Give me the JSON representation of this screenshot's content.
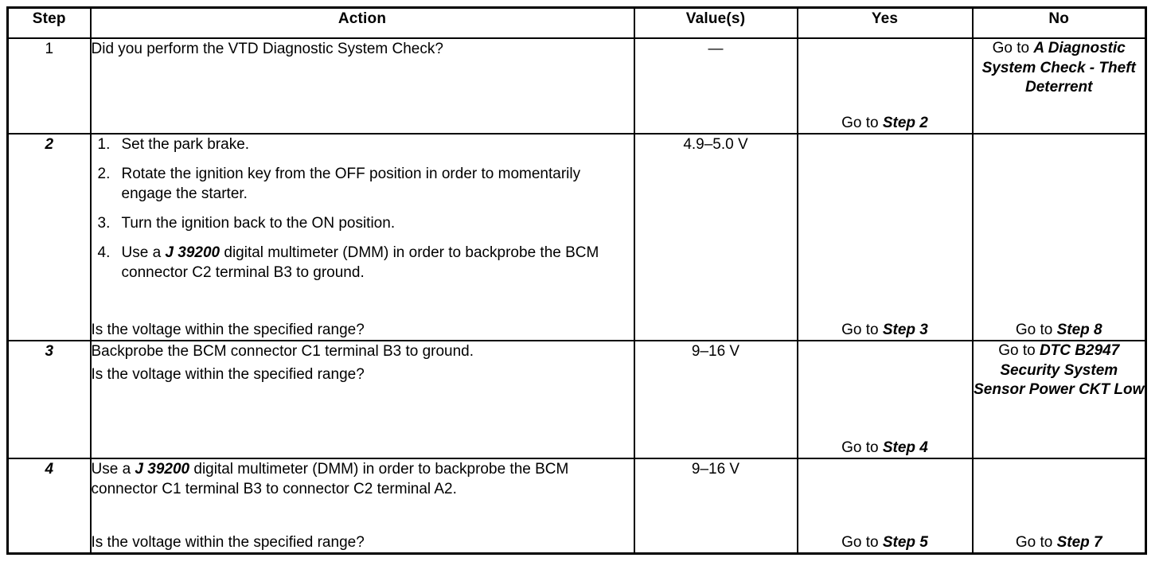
{
  "table": {
    "headers": [
      "Step",
      "Action",
      "Value(s)",
      "Yes",
      "No"
    ],
    "rows": [
      {
        "step": "1",
        "step_italic": false,
        "action": {
          "type": "simple",
          "question": "Did you perform the VTD Diagnostic System Check?"
        },
        "value": "—",
        "yes": {
          "bottom_prefix": "Go to ",
          "bottom_italic": "Step 2"
        },
        "no": {
          "block_prefix": "Go to ",
          "block_italic": "A Diagnostic System Check - Theft Deterrent"
        }
      },
      {
        "step": "2",
        "step_italic": true,
        "action": {
          "type": "list",
          "items": [
            {
              "pre": "Set the park brake.",
              "ital": "",
              "post": ""
            },
            {
              "pre": "Rotate the ignition key from the OFF position in order to momentarily engage the starter.",
              "ital": "",
              "post": ""
            },
            {
              "pre": "Turn the ignition back to the ON position.",
              "ital": "",
              "post": ""
            },
            {
              "pre": "Use a ",
              "ital": "J 39200",
              "post": " digital multimeter (DMM) in order to backprobe the BCM connector C2 terminal B3 to ground."
            }
          ],
          "question": "Is the voltage within the specified range?"
        },
        "value": "4.9–5.0 V",
        "yes": {
          "bottom_prefix": "Go to ",
          "bottom_italic": "Step 3"
        },
        "no": {
          "bottom_prefix": "Go to ",
          "bottom_italic": "Step 8"
        }
      },
      {
        "step": "3",
        "step_italic": true,
        "action": {
          "type": "lines",
          "lines": [
            "Backprobe the BCM connector C1 terminal B3 to ground."
          ],
          "question": "Is the voltage within the specified range?"
        },
        "value": "9–16 V",
        "yes": {
          "bottom_prefix": "Go to ",
          "bottom_italic": "Step 4"
        },
        "no": {
          "block_prefix": "Go to ",
          "block_italic": "DTC B2947 Security System Sensor Power CKT Low"
        }
      },
      {
        "step": "4",
        "step_italic": true,
        "action": {
          "type": "rich",
          "pre": "Use a ",
          "ital": "J 39200",
          "post": " digital multimeter (DMM) in order to backprobe the BCM connector C1 terminal B3 to connector C2 terminal A2.",
          "question": "Is the voltage within the specified range?"
        },
        "value": "9–16 V",
        "yes": {
          "bottom_prefix": "Go to ",
          "bottom_italic": "Step 5"
        },
        "no": {
          "bottom_prefix": "Go to ",
          "bottom_italic": "Step 7"
        }
      }
    ]
  },
  "colors": {
    "border": "#000000",
    "text": "#000000",
    "background": "#ffffff"
  }
}
